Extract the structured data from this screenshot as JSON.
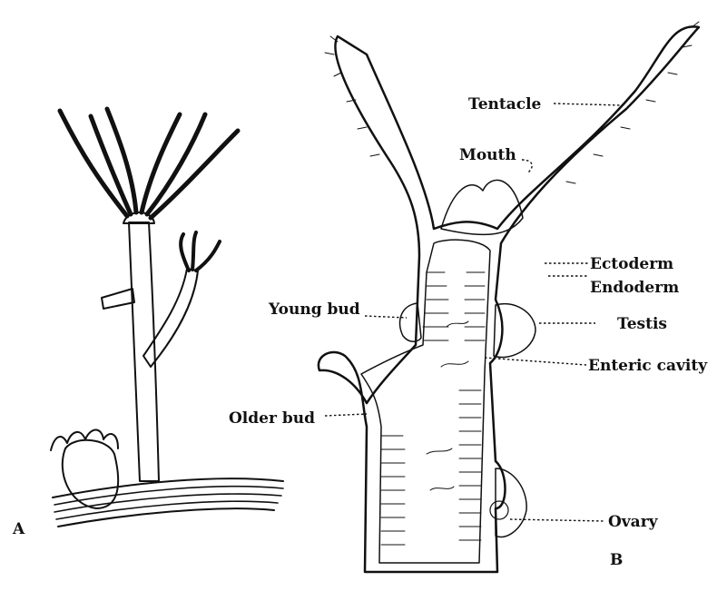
{
  "panels": {
    "a": {
      "letter": "A"
    },
    "b": {
      "letter": "B"
    }
  },
  "labels": {
    "tentacle": "Tentacle",
    "mouth": "Mouth",
    "ectoderm": "Ectoderm",
    "endoderm": "Endoderm",
    "testis": "Testis",
    "young_bud": "Young bud",
    "enteric_cavity": "Enteric cavity",
    "older_bud": "Older bud",
    "ovary": "Ovary"
  },
  "colors": {
    "ink": "#111111",
    "paper": "#ffffff"
  }
}
